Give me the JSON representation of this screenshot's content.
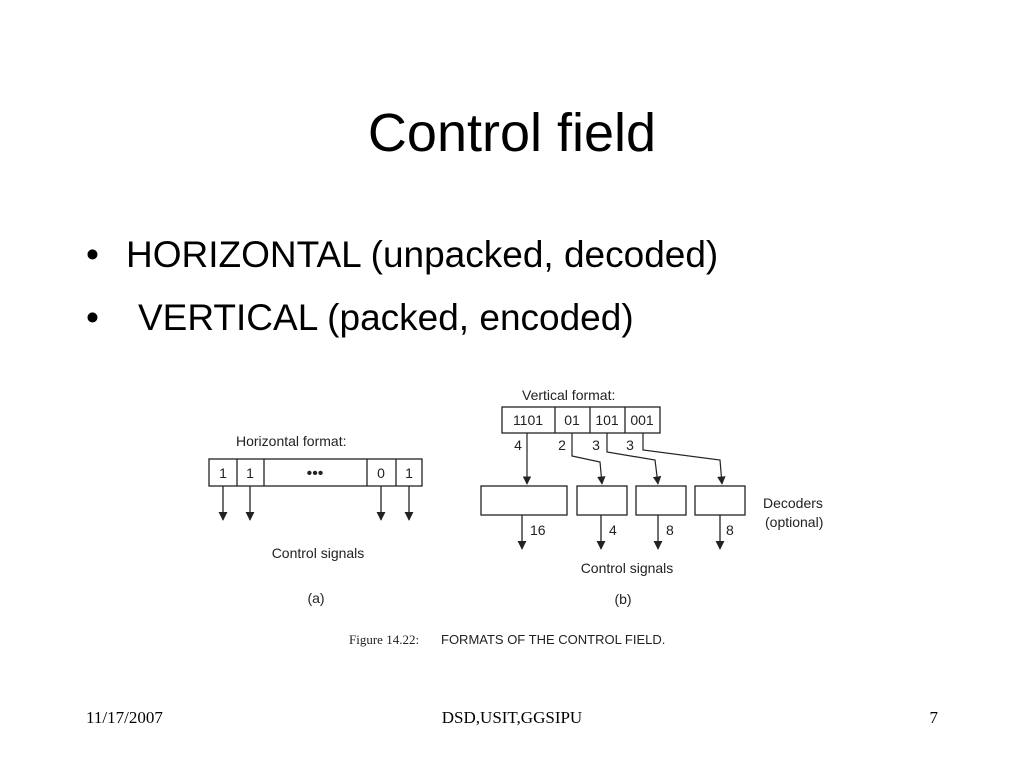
{
  "slide": {
    "title": "Control field",
    "bullets": [
      "HORIZONTAL (unpacked, decoded)",
      "VERTICAL (packed, encoded)"
    ]
  },
  "figure": {
    "horizontal": {
      "label": "Horizontal format:",
      "cells": [
        "1",
        "1",
        "•••",
        "0",
        "1"
      ],
      "signals_label": "Control signals",
      "sub_label": "(a)"
    },
    "vertical": {
      "label": "Vertical format:",
      "fields": [
        "1101",
        "01",
        "101",
        "001"
      ],
      "widths": [
        "4",
        "2",
        "3",
        "3"
      ],
      "outputs": [
        "16",
        "4",
        "8",
        "8"
      ],
      "decoders_label_1": "Decoders",
      "decoders_label_2": "(optional)",
      "signals_label": "Control signals",
      "sub_label": "(b)"
    },
    "caption_prefix": "Figure 14.22:",
    "caption": "FORMATS OF THE CONTROL FIELD."
  },
  "footer": {
    "date": "11/17/2007",
    "org": "DSD,USIT,GGSIPU",
    "page": "7"
  }
}
